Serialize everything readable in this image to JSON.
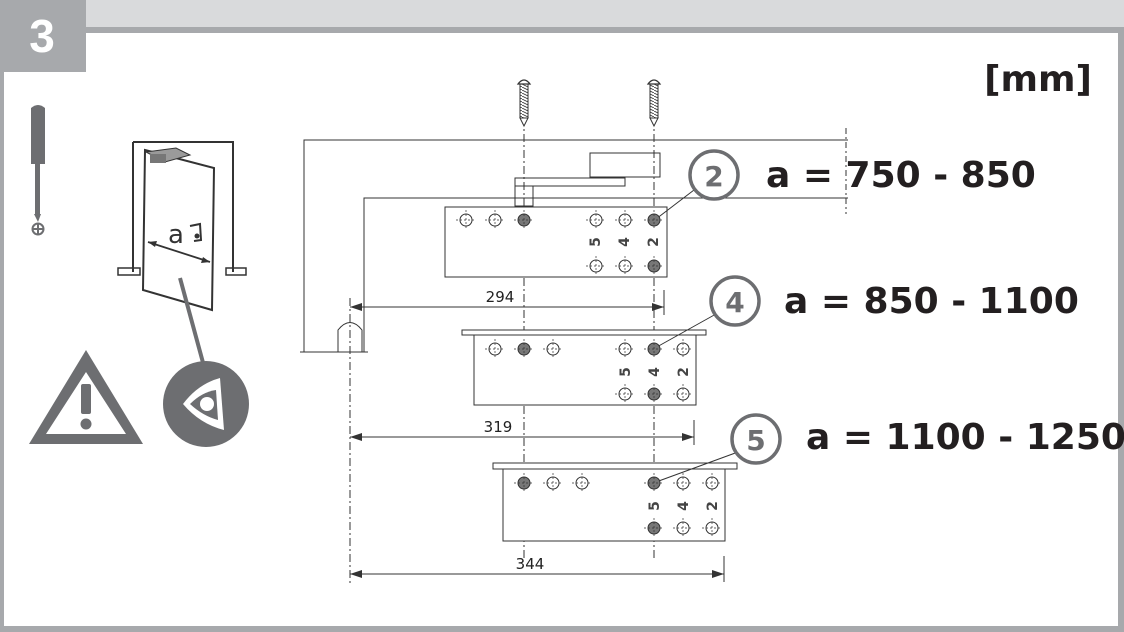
{
  "step": {
    "number": "3"
  },
  "unit": "[mm]",
  "positions": [
    {
      "marker": "2",
      "range": "a = 750 - 850",
      "width_label": "294"
    },
    {
      "marker": "4",
      "range": "a = 850 - 1100",
      "width_label": "319"
    },
    {
      "marker": "5",
      "range": "a = 1100 - 1250",
      "width_label": "344"
    }
  ],
  "hole_labels": [
    "5",
    "4",
    "2"
  ],
  "door_dimension_label": "a",
  "icons": {
    "tool": "screwdriver-icon",
    "warning": "warning-triangle-icon",
    "inspect": "eye-inspect-icon"
  },
  "colors": {
    "frame": "#a7a9ac",
    "header_band": "#d9dadc",
    "step_box": "#a7a9ac",
    "circle_marker": "#6d6e71",
    "line": "#333333"
  }
}
